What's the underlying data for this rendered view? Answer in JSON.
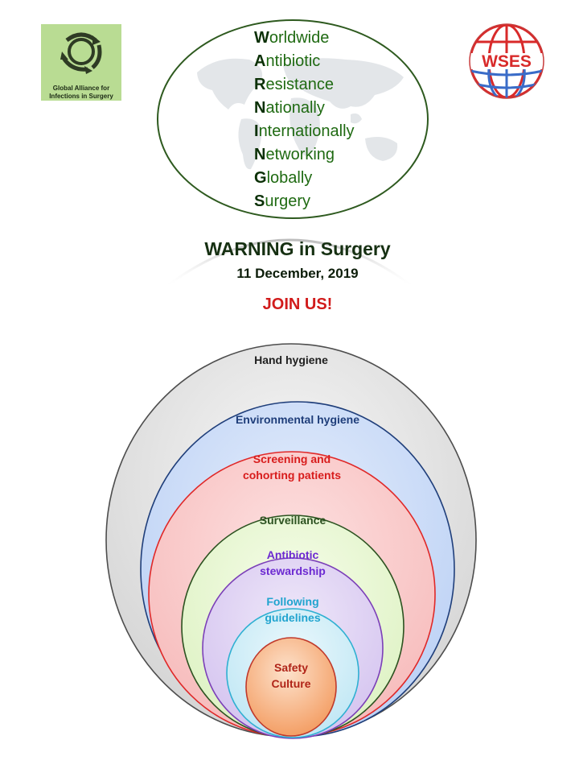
{
  "header": {
    "left_logo": {
      "icon": "globe-with-orbiting-arrows-icon",
      "text_line1": "Global Alliance for",
      "text_line2": "Infections in Surgery",
      "bg_color": "#b9dc93"
    },
    "right_logo": {
      "icon": "wses-globe-icon",
      "text": "WSES",
      "colors": [
        "#d82a2a",
        "#3a6cc8"
      ]
    }
  },
  "acronym": {
    "items": [
      {
        "first": "W",
        "rest": "orldwide"
      },
      {
        "first": "A",
        "rest": "ntibiotic"
      },
      {
        "first": "R",
        "rest": "esistance"
      },
      {
        "first": "N",
        "rest": "ationally"
      },
      {
        "first": "I",
        "rest": "nternationally"
      },
      {
        "first": "N",
        "rest": "etworking"
      },
      {
        "first": "G",
        "rest": "lobally"
      },
      {
        "first": "S",
        "rest": "urgery"
      }
    ],
    "border_color": "#2e5a1f",
    "text_color": "#1f6a12"
  },
  "event": {
    "title": "WARNING in Surgery",
    "date": "11 December, 2019",
    "cta": "JOIN US!",
    "cta_color": "#d11b1b"
  },
  "diagram": {
    "layers": [
      {
        "lines": [
          "Hand hygiene"
        ],
        "fill": "#dcdcdc",
        "stroke": "#4d4d4d",
        "text_color": "#1f1f1f"
      },
      {
        "lines": [
          "Environmental hygiene"
        ],
        "fill": "#c5d7f5",
        "stroke": "#1f3e7a",
        "text_color": "#1f3e7a"
      },
      {
        "lines": [
          "Screening and",
          "cohorting patients"
        ],
        "fill": "#f9c6c6",
        "stroke": "#e02828",
        "text_color": "#d81c1c"
      },
      {
        "lines": [
          "Surveillance"
        ],
        "fill": "#e6f6cf",
        "stroke": "#2c5220",
        "text_color": "#2c5220"
      },
      {
        "lines": [
          "Antibiotic",
          "stewardship"
        ],
        "fill": "#ddd0f0",
        "stroke": "#7b3fb8",
        "text_color": "#6c2ad1"
      },
      {
        "lines": [
          "Following",
          "guidelines"
        ],
        "fill": "#c9ecf6",
        "stroke": "#2fb0d2",
        "text_color": "#21a4cf"
      },
      {
        "lines": [
          "Safety",
          "Culture"
        ],
        "fill": "#f7b27a",
        "stroke": "#c0392b",
        "text_color": "#b02418"
      }
    ]
  }
}
